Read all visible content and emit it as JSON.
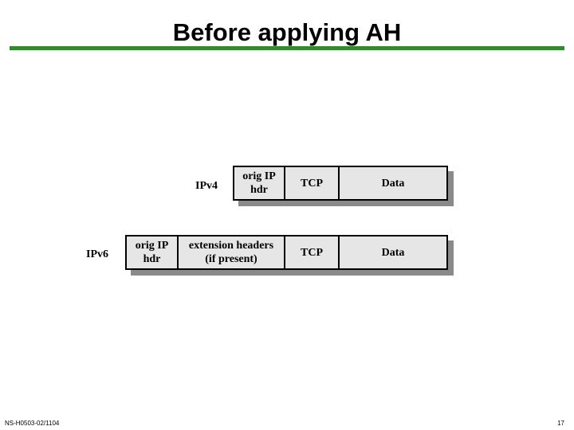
{
  "title": "Before applying AH",
  "ipv4": {
    "label": "IPv4",
    "fields": [
      "orig IP\nhdr",
      "TCP",
      "Data"
    ]
  },
  "ipv6": {
    "label": "IPv6",
    "fields": [
      "orig IP\nhdr",
      "extension headers\n(if present)",
      "TCP",
      "Data"
    ]
  },
  "footer": {
    "left": "NS-H0503-02/1104",
    "page": "17"
  },
  "colors": {
    "rule": "#2e8b2e",
    "field_fill": "#e6e6e6",
    "shadow": "#8a8a8a"
  }
}
